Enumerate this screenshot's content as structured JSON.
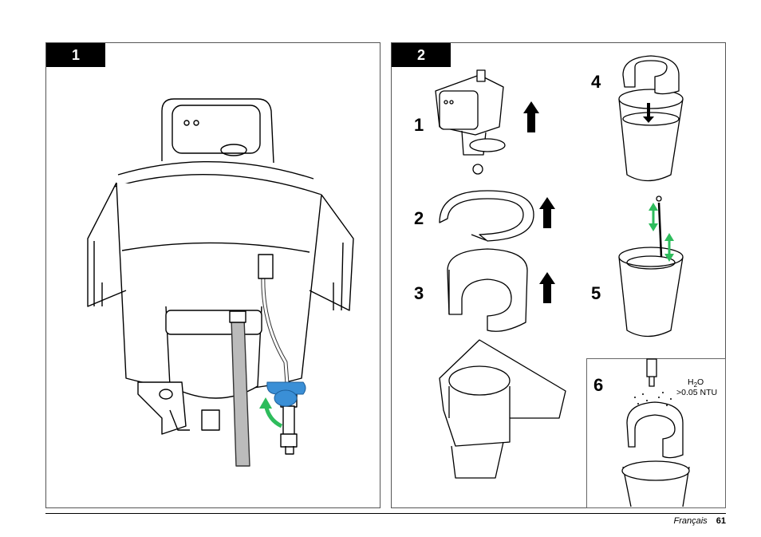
{
  "panels": [
    {
      "label": "1"
    },
    {
      "label": "2"
    }
  ],
  "steps": [
    "1",
    "2",
    "3",
    "4",
    "5",
    "6"
  ],
  "step6_labels": {
    "water": "H",
    "water_sub": "2",
    "water_tail": "O",
    "turbidity": ">0.05 NTU"
  },
  "footer": {
    "language": "Français",
    "page": "61"
  },
  "colors": {
    "arrow_green": "#2ebc5c",
    "valve_blue": "#3a8fd6"
  }
}
